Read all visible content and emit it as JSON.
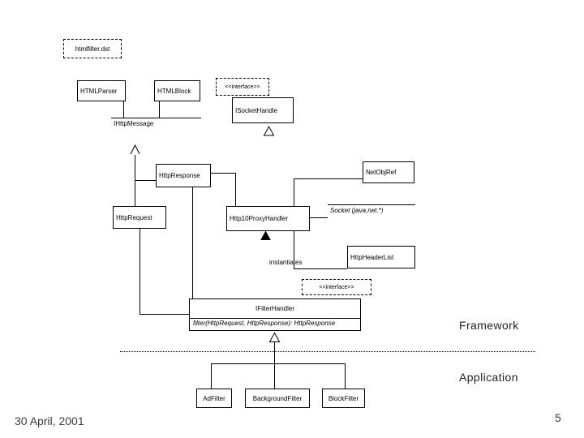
{
  "colors": {
    "ink": "#000000",
    "background": "#ffffff"
  },
  "slide": {
    "date": "30 April, 2001",
    "page_number": "5",
    "framework_label": "Framework",
    "application_label": "Application"
  },
  "diagram": {
    "package_label": "htmlfilter.dst",
    "interface_stereotype": "<<interface>>",
    "instantiates_label": "instantiates",
    "nodes": {
      "html_parser": "HTMLParser",
      "html_block": "HTMLBlock",
      "ihttp_message": "IHttpMessage",
      "isocket_handle": "ISocketHandle",
      "http_response": "HttpResponse",
      "http_request": "HttpRequest",
      "http10_proxy_handler": "Http10ProxyHandler",
      "net_obj_ref": "NetObjRef",
      "socket": "Socket (java.net.*)",
      "http_header_list": "HttpHeaderList",
      "ifilter_handler": "IFilterHandler",
      "ifilter_handler_method": "filter(HttpRequest, HttpResponse): HttpResponse",
      "ad_filter": "AdFilter",
      "background_filter": "BackgroundFilter",
      "block_filter": "BlockFilter"
    }
  }
}
